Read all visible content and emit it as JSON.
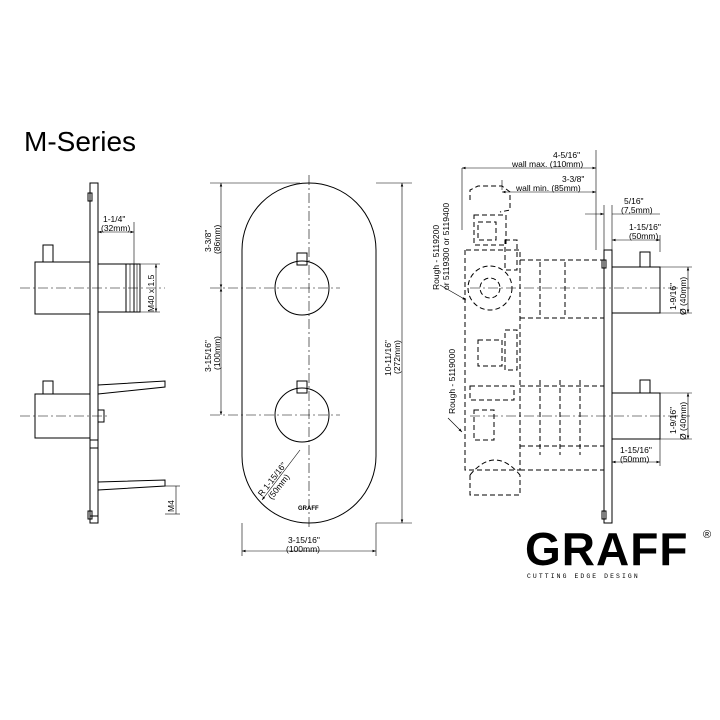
{
  "title": "M-Series",
  "brand": {
    "name": "GRAFF",
    "registered": "®",
    "tagline": "CUTTING EDGE DESIGN"
  },
  "left_view": {
    "dim_depth": "1-1/4\"",
    "dim_depth_mm": "(32mm)",
    "thread": "M40 x 1.5",
    "screw": "M4"
  },
  "front_view": {
    "dim_top": "3-3/8\"",
    "dim_top_mm": "(86mm)",
    "dim_mid": "3-15/16\"",
    "dim_mid_mm": "(100mm)",
    "dim_height": "10-11/16\"",
    "dim_height_mm": "(272mm)",
    "dim_width": "3-15/16\"",
    "dim_width_mm": "(100mm)",
    "radius": "R 1-15/16\"",
    "radius_mm": "(50mm)",
    "plate_logo": "GRAFF"
  },
  "right_view": {
    "wall_max": "4-5/16\"",
    "wall_max_label": "wall max. (110mm)",
    "wall_min": "3-3/8\"",
    "wall_min_label": "wall min. (85mm)",
    "plate_thickness": "5/16\"",
    "plate_thickness_mm": "(7,5mm)",
    "knob_depth_top": "1-15/16\"",
    "knob_depth_top_mm": "(50mm)",
    "knob_dia_top": "1-9/16\"",
    "knob_dia_top_mm": "Ø (40mm)",
    "knob_dia_bottom": "1-9/16\"",
    "knob_dia_bottom_mm": "Ø (40mm)",
    "knob_depth_bottom": "1-15/16\"",
    "knob_depth_bottom_mm": "(50mm)",
    "rough_top_line1": "Rough - 5119200",
    "rough_top_line2": "or 5119300 or 5119400",
    "rough_bottom": "Rough - 5119000"
  }
}
